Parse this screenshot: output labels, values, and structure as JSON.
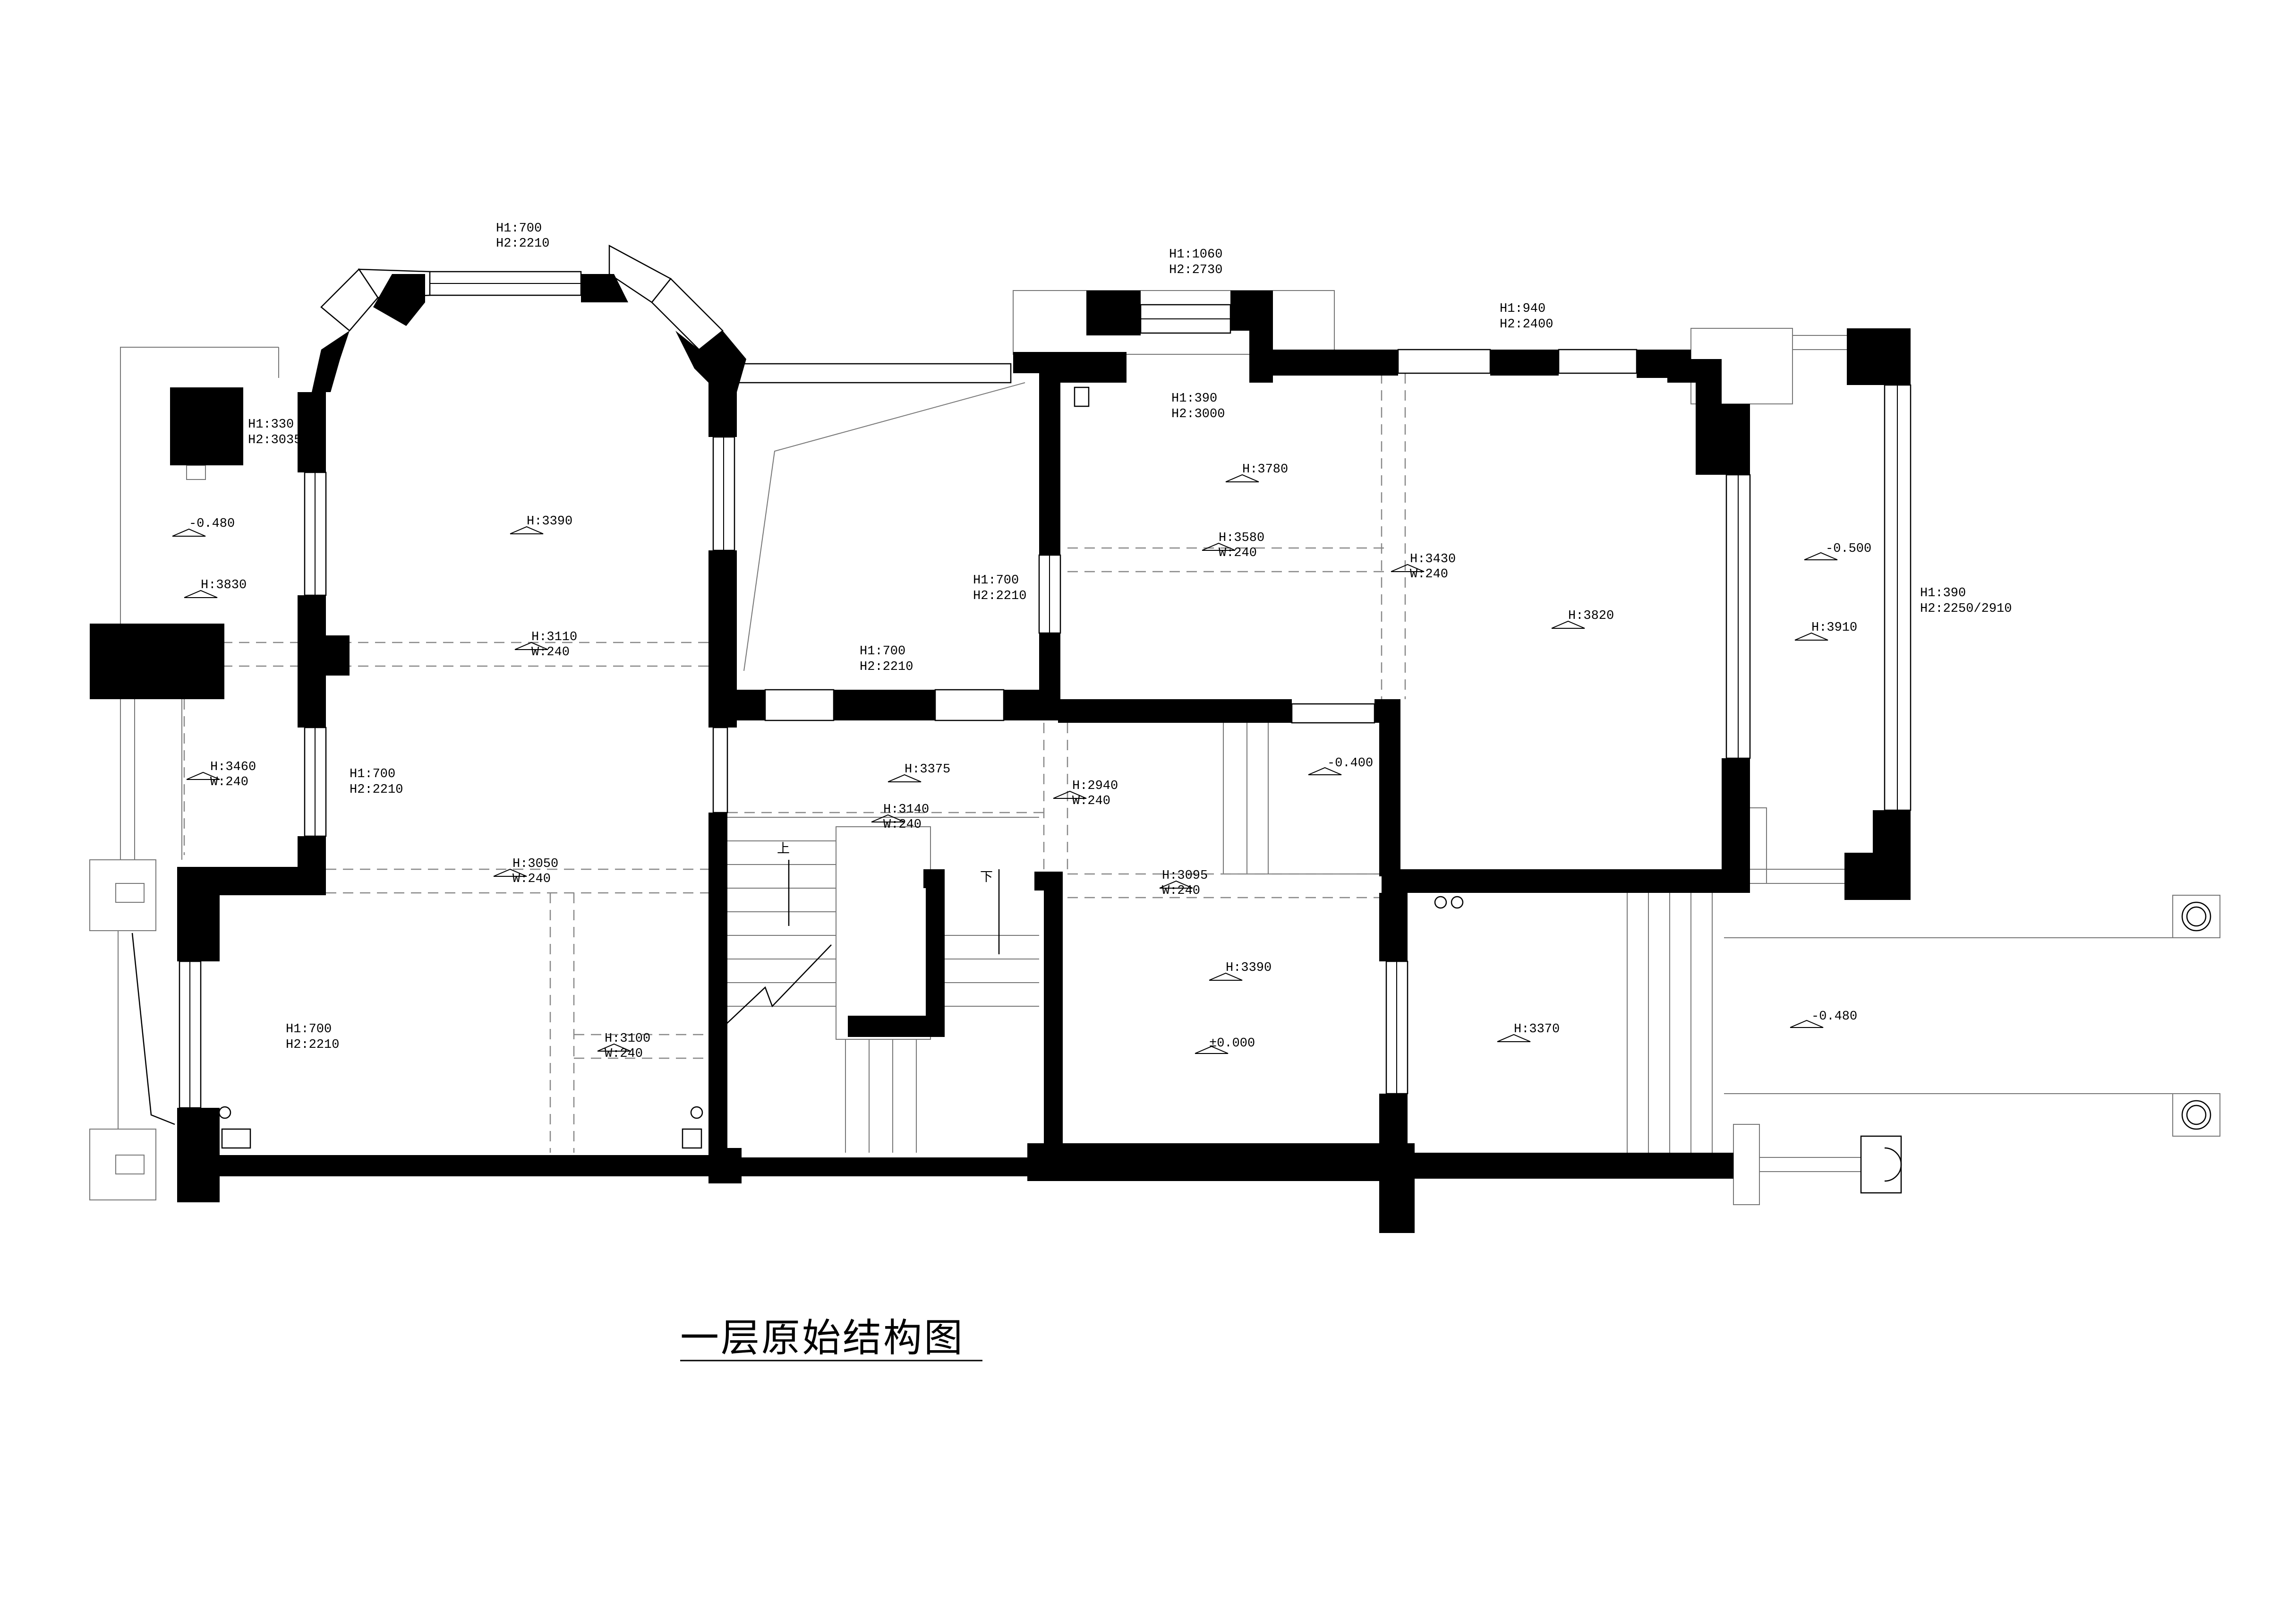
{
  "title": "一层原始结构图",
  "openings": {
    "bay_top": {
      "h1": "H1:700",
      "h2": "H2:2210"
    },
    "top_center": {
      "h1": "H1:1060",
      "h2": "H2:2730"
    },
    "top_right": {
      "h1": "H1:940",
      "h2": "H2:2400"
    },
    "room_right_top": {
      "h1": "H1:390",
      "h2": "H2:3000"
    },
    "left_small": {
      "h1": "H1:330",
      "h2": "H2:3035"
    },
    "far_right": {
      "h1": "H1:390",
      "h2": "H2:2250/2910"
    },
    "center_right": {
      "h1": "H1:700",
      "h2": "H2:2210"
    },
    "center_bottom": {
      "h1": "H1:700",
      "h2": "H2:2210"
    },
    "left_mid": {
      "h1": "H1:700",
      "h2": "H2:2210"
    },
    "left_bottom": {
      "h1": "H1:700",
      "h2": "H2:2210"
    }
  },
  "ceiling_heights": {
    "living": "H:3390",
    "left_porch": "H:3830",
    "room_top_right": "H:3780",
    "big_room": "H:3820",
    "far_right_porch": "H:3910",
    "hall": "H:3375",
    "lower_center": "H:3390",
    "lower_right": "H:3370"
  },
  "beams": {
    "b1": {
      "h": "H:3110",
      "w": "W:240"
    },
    "b2": {
      "h": "H:3460",
      "w": "W:240"
    },
    "b3": {
      "h": "H:3050",
      "w": "W:240"
    },
    "b4": {
      "h": "H:3100",
      "w": "W:240"
    },
    "b5": {
      "h": "H:3580",
      "w": "W:240"
    },
    "b6": {
      "h": "H:3430",
      "w": "W:240"
    },
    "b7": {
      "h": "H:2940",
      "w": "W:240"
    },
    "b8": {
      "h": "H:3140",
      "w": "W:240"
    },
    "b9": {
      "h": "H:3095",
      "w": "W:240"
    }
  },
  "levels": {
    "left_porch": "-0.480",
    "far_right": "-0.500",
    "small_room": "-0.400",
    "lower_right": "-0.480",
    "floor": "±0.000"
  },
  "stairs": {
    "up": "上",
    "down": "下"
  }
}
